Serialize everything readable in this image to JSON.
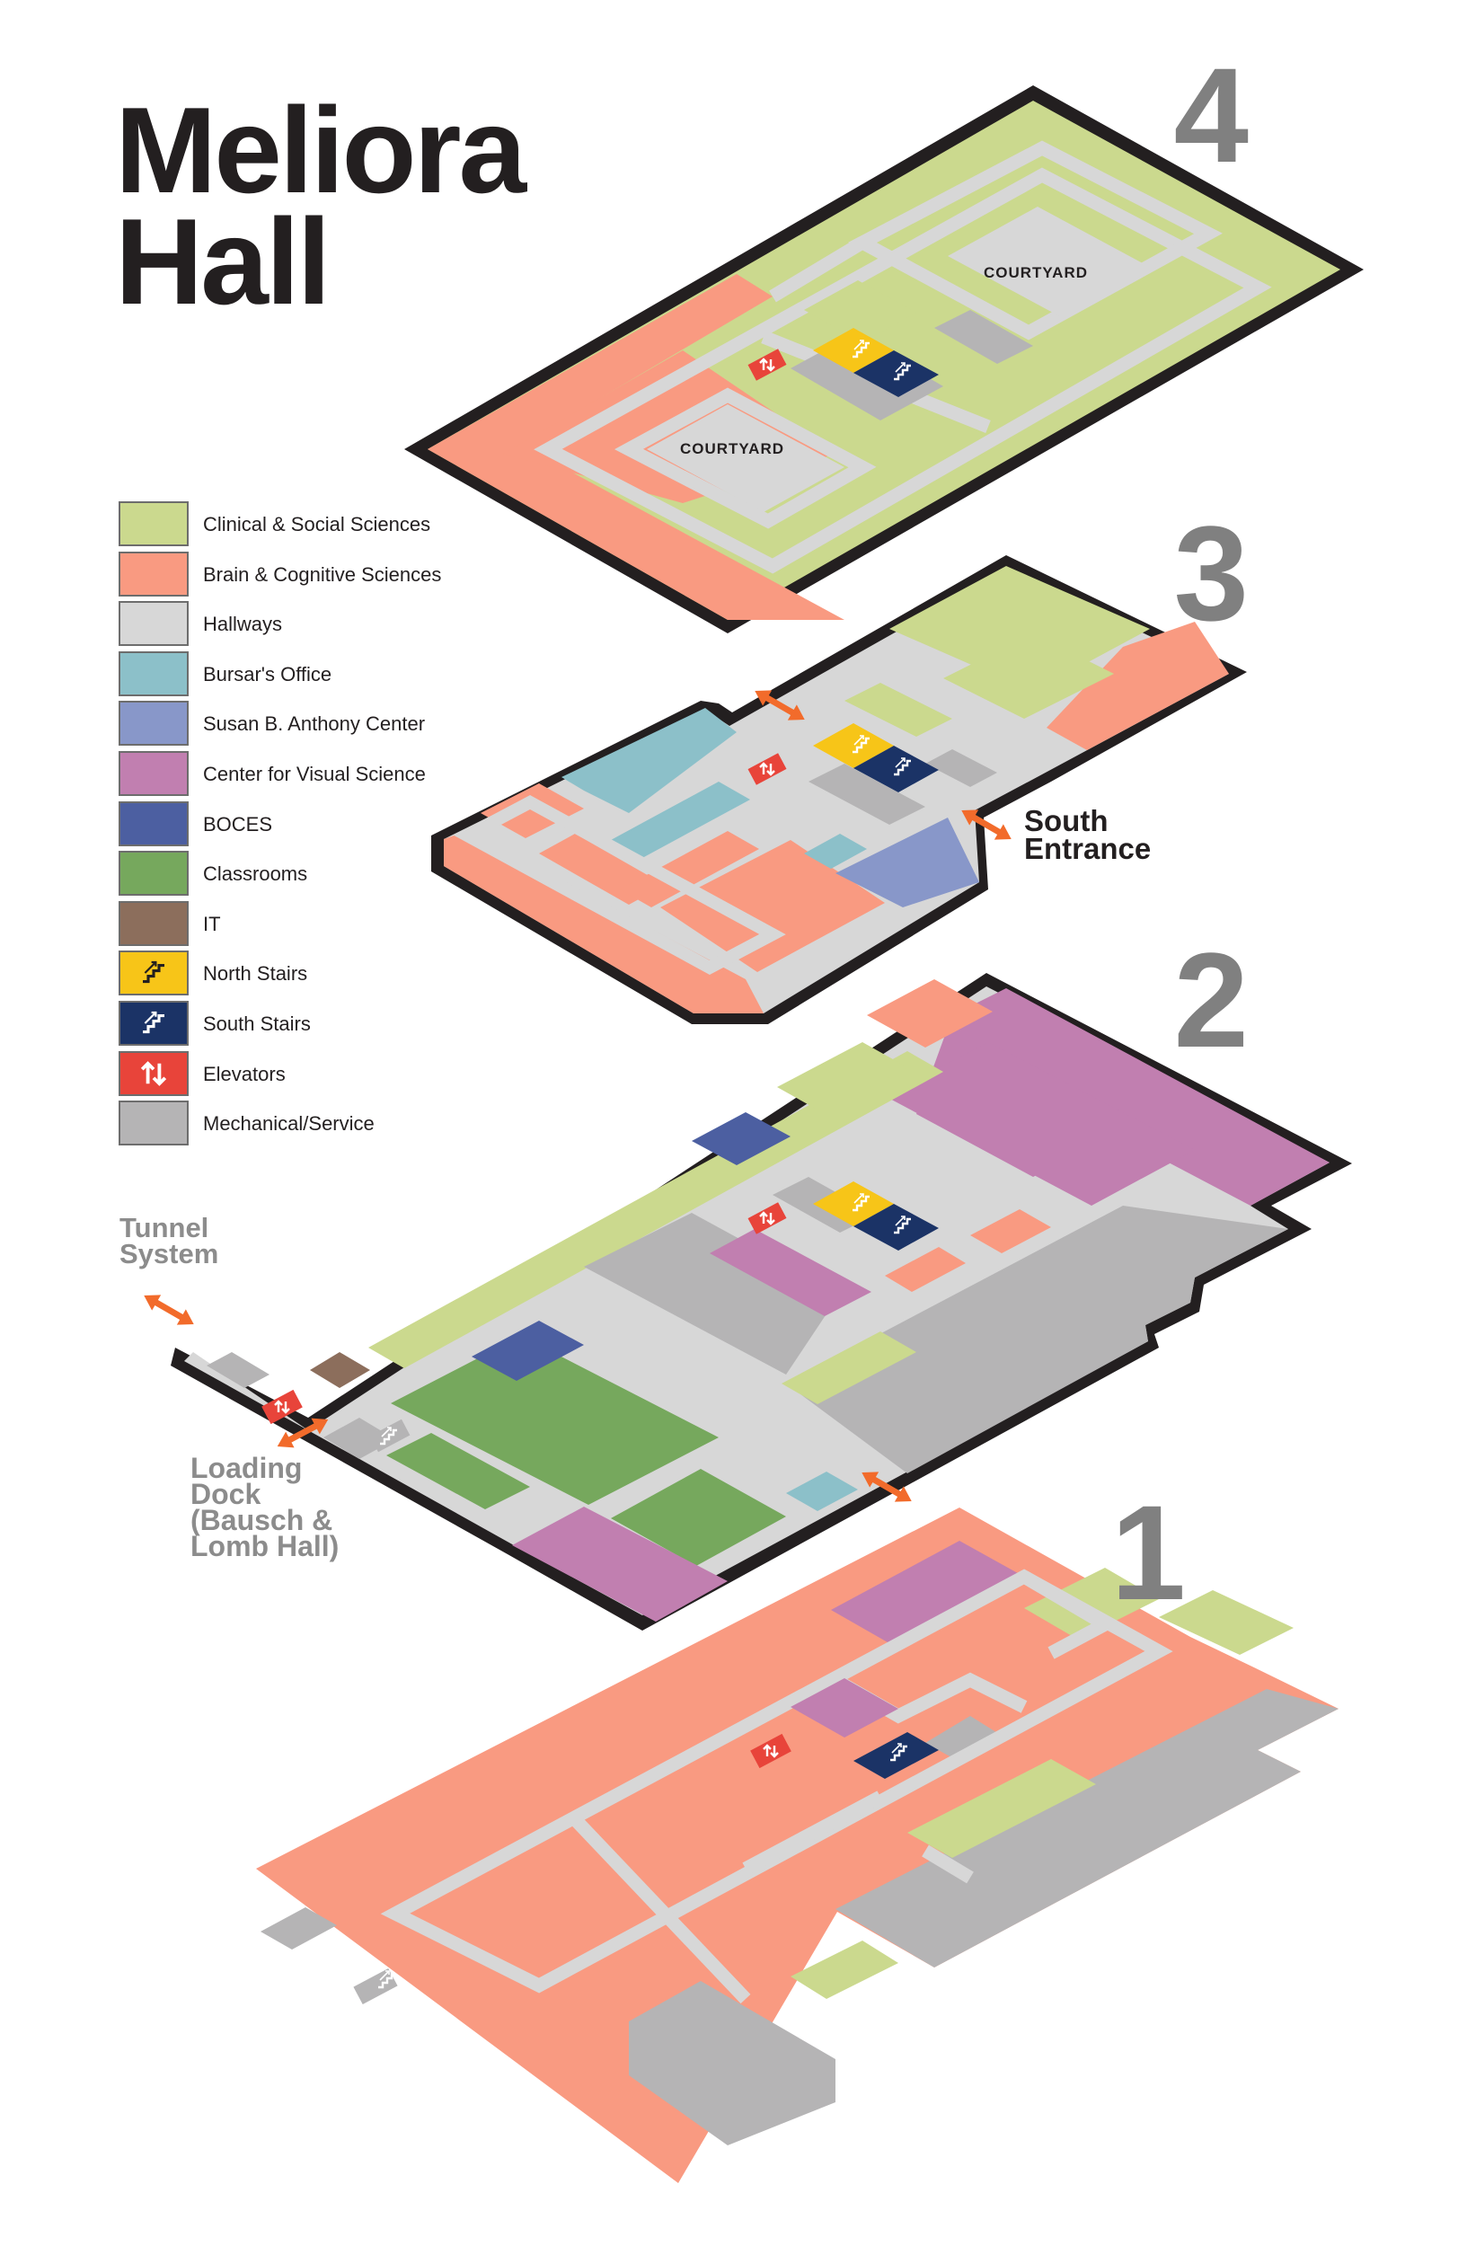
{
  "title": {
    "line1": "Meliora",
    "line2": "Hall"
  },
  "floors": {
    "f4": "4",
    "f3": "3",
    "f2": "2",
    "f1": "1"
  },
  "labels": {
    "courtyard": "COURTYARD",
    "south_entrance": [
      "South",
      "Entrance"
    ],
    "tunnel": [
      "Tunnel",
      "System"
    ],
    "loading_dock": [
      "Loading",
      "Dock",
      "(Bausch &",
      "Lomb Hall)"
    ]
  },
  "legend": [
    {
      "label": "Clinical & Social Sciences",
      "color": "#cbd98e",
      "icon": ""
    },
    {
      "label": "Brain & Cognitive Sciences",
      "color": "#f99a81",
      "icon": ""
    },
    {
      "label": "Hallways",
      "color": "#d7d7d7",
      "icon": ""
    },
    {
      "label": "Bursar's Office",
      "color": "#8cc0c9",
      "icon": ""
    },
    {
      "label": "Susan B. Anthony Center",
      "color": "#8897c9",
      "icon": ""
    },
    {
      "label": "Center for Visual Science",
      "color": "#c17fb0",
      "icon": ""
    },
    {
      "label": "BOCES",
      "color": "#4c5fa1",
      "icon": ""
    },
    {
      "label": "Classrooms",
      "color": "#76a85d",
      "icon": ""
    },
    {
      "label": "IT",
      "color": "#8c6e5c",
      "icon": ""
    },
    {
      "label": "North Stairs",
      "color": "#f7c518",
      "icon": "stairs-icon"
    },
    {
      "label": "South Stairs",
      "color": "#1b3366",
      "icon": "stairs-icon"
    },
    {
      "label": "Elevators",
      "color": "#e8443a",
      "icon": "elevator-arrows-icon"
    },
    {
      "label": "Mechanical/Service",
      "color": "#b5b4b5",
      "icon": ""
    }
  ],
  "colors": {
    "clinical": "#cbd98e",
    "brain": "#f99a81",
    "hall": "#d7d7d7",
    "bursar": "#8cc0c9",
    "sba": "#8897c9",
    "cvs": "#c17fb0",
    "boces": "#4c5fa1",
    "classroom": "#76a85d",
    "it": "#8c6e5c",
    "north_stairs": "#f7c518",
    "south_stairs": "#1b3366",
    "elevator": "#e8443a",
    "mechanical": "#b5b4b5",
    "outline": "#231f20",
    "accent": "#f26b2b"
  }
}
